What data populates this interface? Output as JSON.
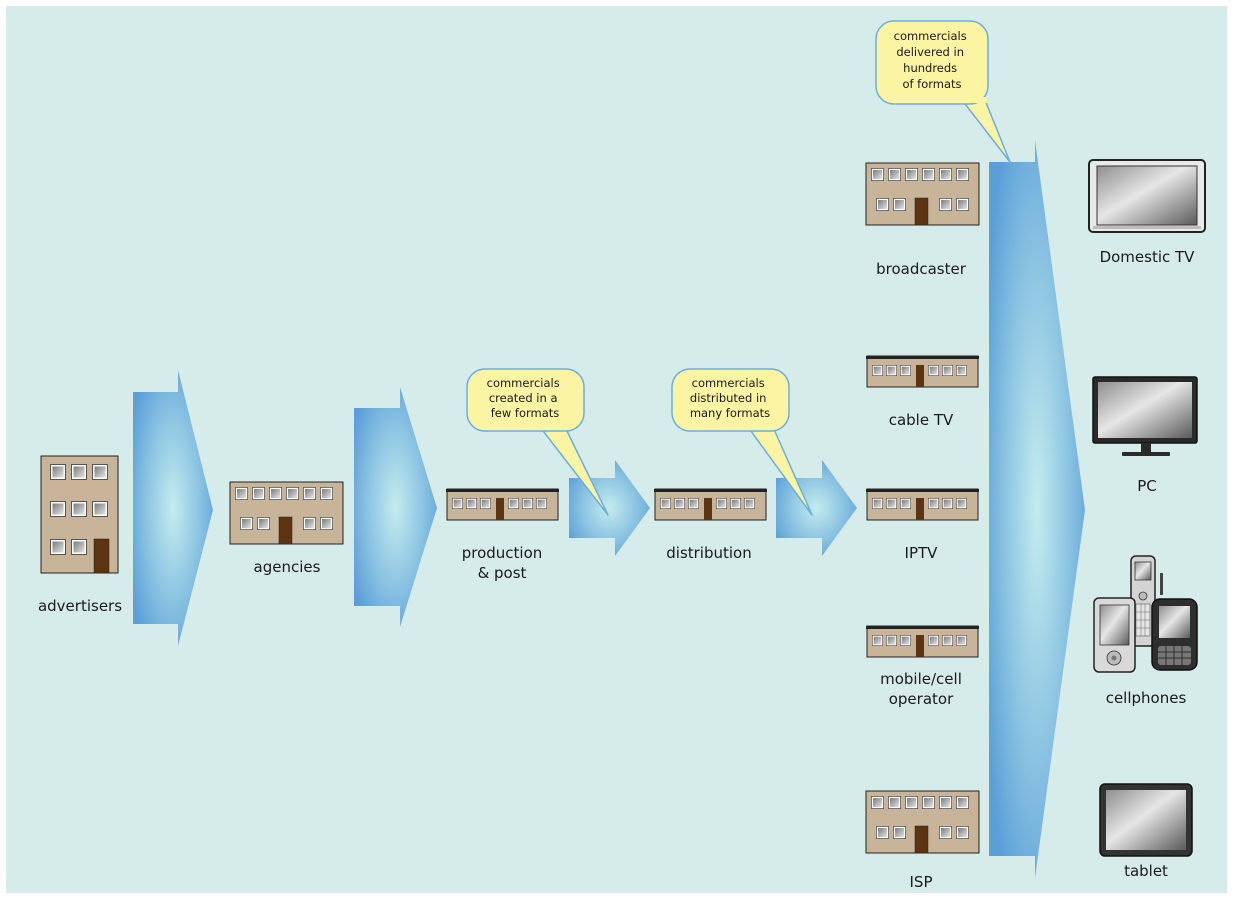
{
  "diagram": {
    "background_color": "#d6ecea",
    "arrow_color": "#5b9fd8",
    "arrow_glow_color": "#b8e3ea",
    "building_color": "#c8b498",
    "callout_fill": "#fbf4a3",
    "callout_stroke": "#6aaee0",
    "nodes": {
      "advertisers": "advertisers",
      "agencies": "agencies",
      "production_line1": "production",
      "production_line2": "& post",
      "distribution": "distribution",
      "broadcaster": "broadcaster",
      "cable_tv": "cable TV",
      "iptv": "IPTV",
      "mobile_line1": "mobile/cell",
      "mobile_line2": "operator",
      "isp": "ISP"
    },
    "devices": {
      "domestic_tv": "Domestic TV",
      "pc": "PC",
      "cellphones": "cellphones",
      "tablet": "tablet"
    },
    "callouts": {
      "created": [
        "commercials",
        "created in a",
        "few formats"
      ],
      "distributed": [
        "commercials",
        "distributed in",
        "many formats"
      ],
      "delivered": [
        "commercials",
        "delivered in",
        "hundreds",
        "of formats"
      ]
    }
  }
}
